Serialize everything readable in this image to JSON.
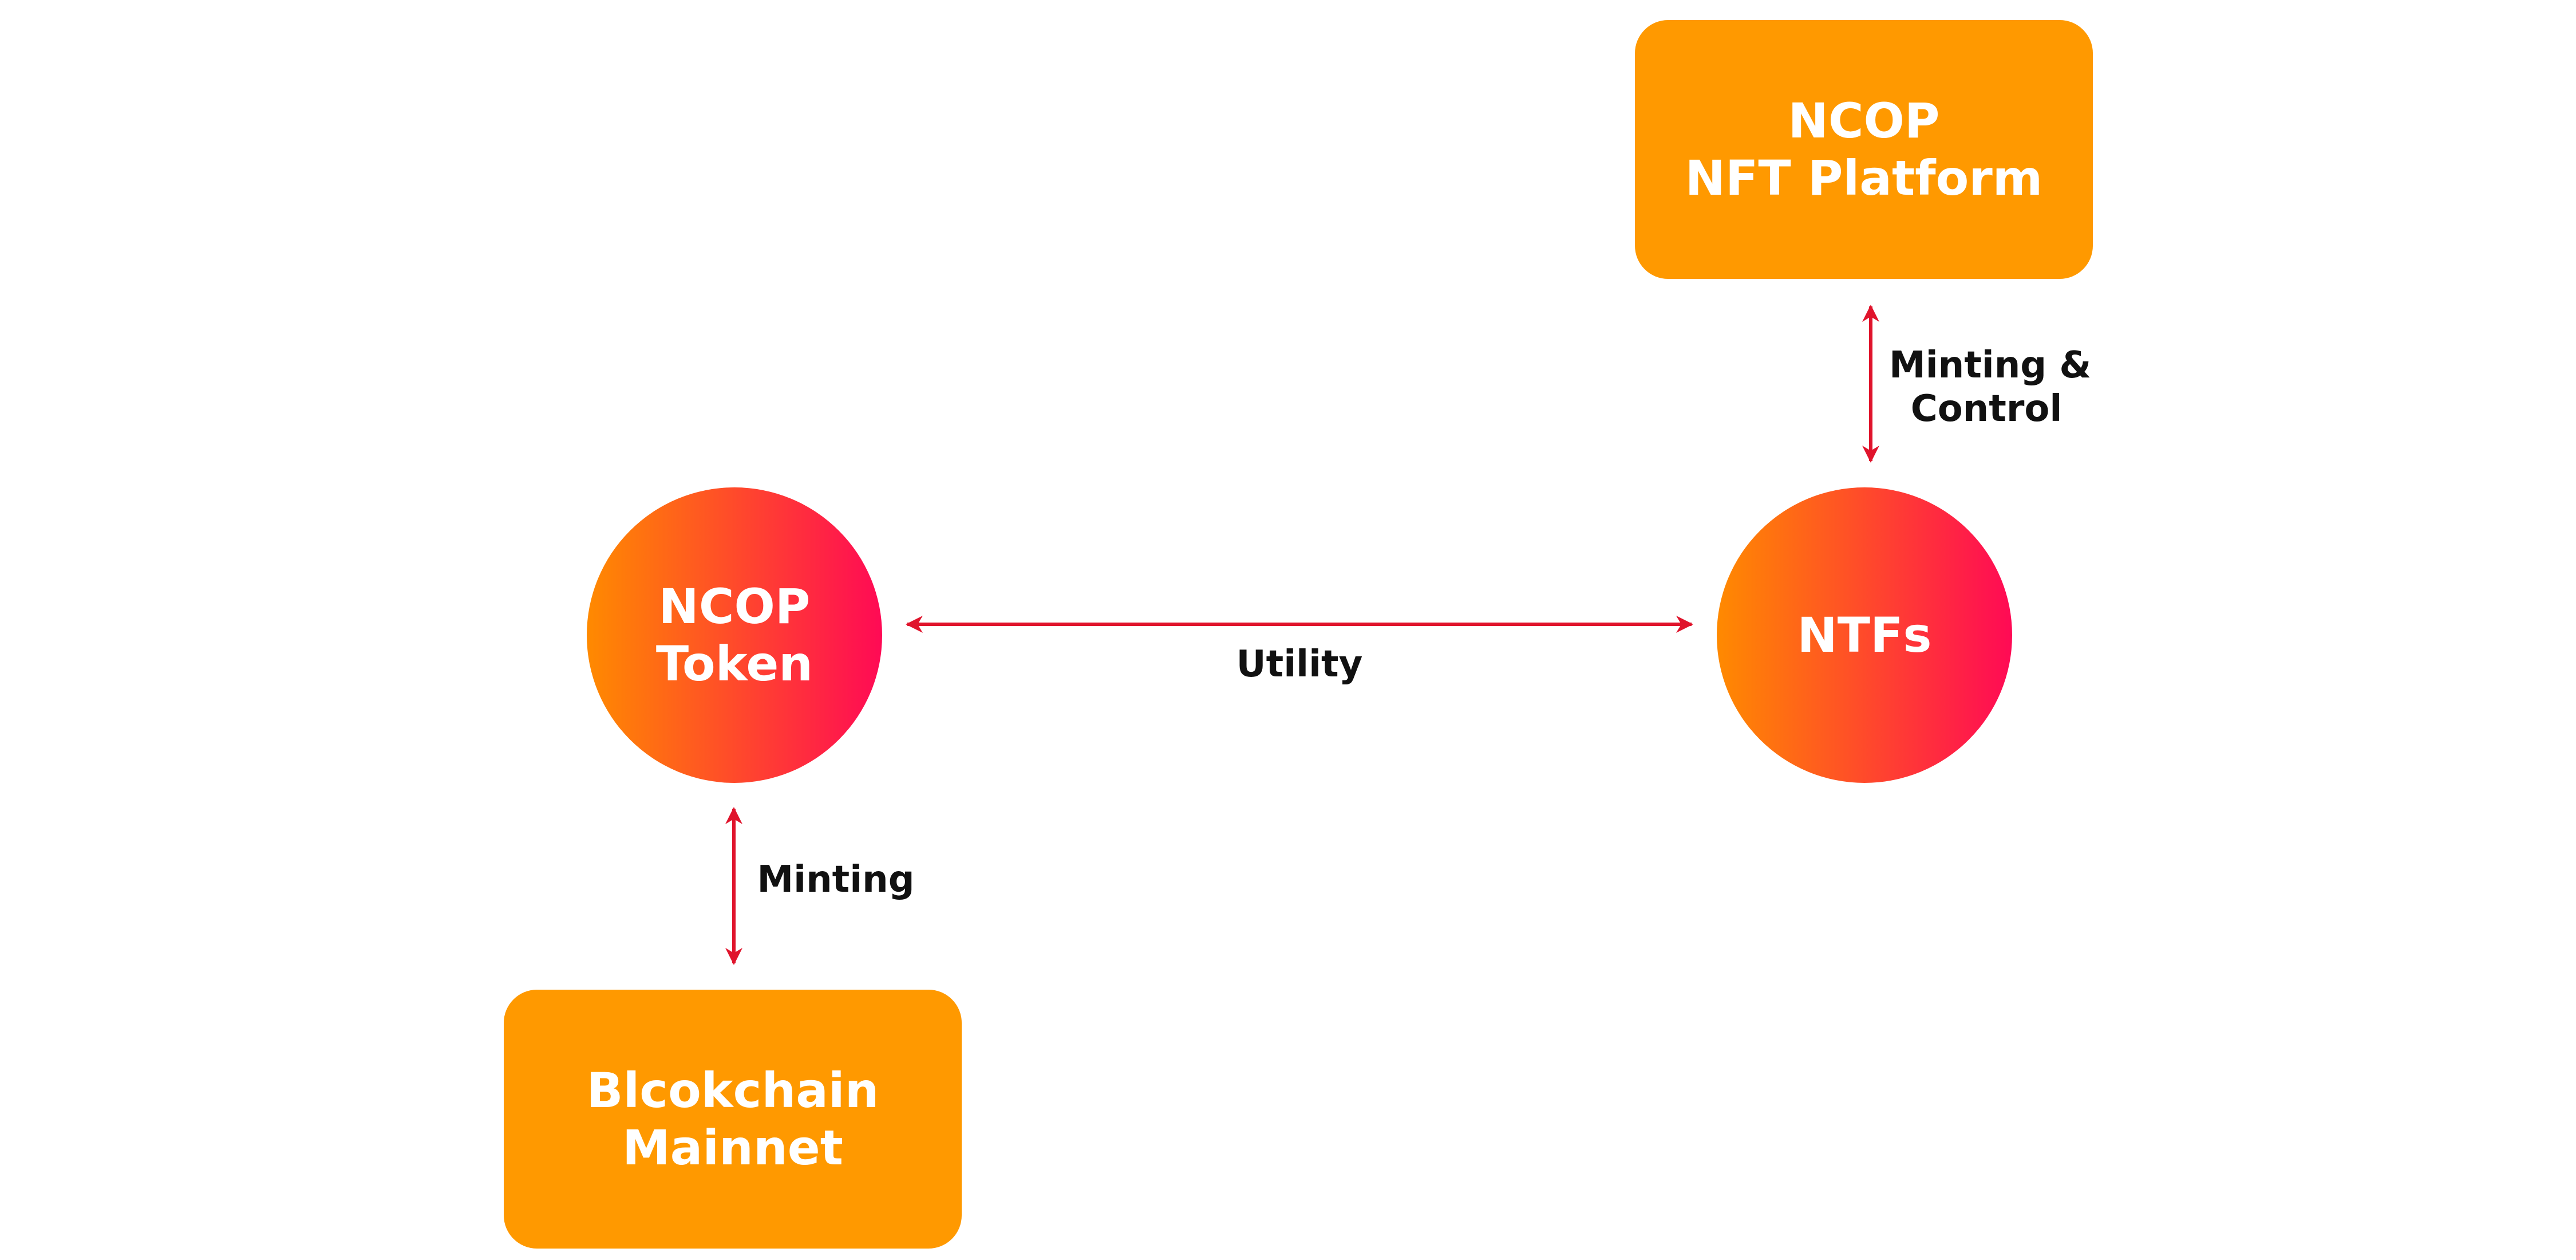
{
  "colors": {
    "box_fill": "#FF9900",
    "circle_gradient_start": "#FF8A00",
    "circle_gradient_end": "#FF0A55",
    "arrow": "#E0142C",
    "label_text": "#111111",
    "node_text": "#FFFFFF"
  },
  "nodes": {
    "ncop_nft_platform": {
      "line1": "NCOP",
      "line2": "NFT Platform"
    },
    "ncop_token": {
      "line1": "NCOP",
      "line2": "Token"
    },
    "ntfs": {
      "line1": "NTFs"
    },
    "blockchain_mainnet": {
      "line1": "Blcokchain",
      "line2": "Mainnet"
    }
  },
  "edges": {
    "platform_ntfs": {
      "line1": "Minting &",
      "line2": "Control"
    },
    "token_ntfs": {
      "label": "Utility"
    },
    "token_mainnet": {
      "label": "Minting"
    }
  }
}
